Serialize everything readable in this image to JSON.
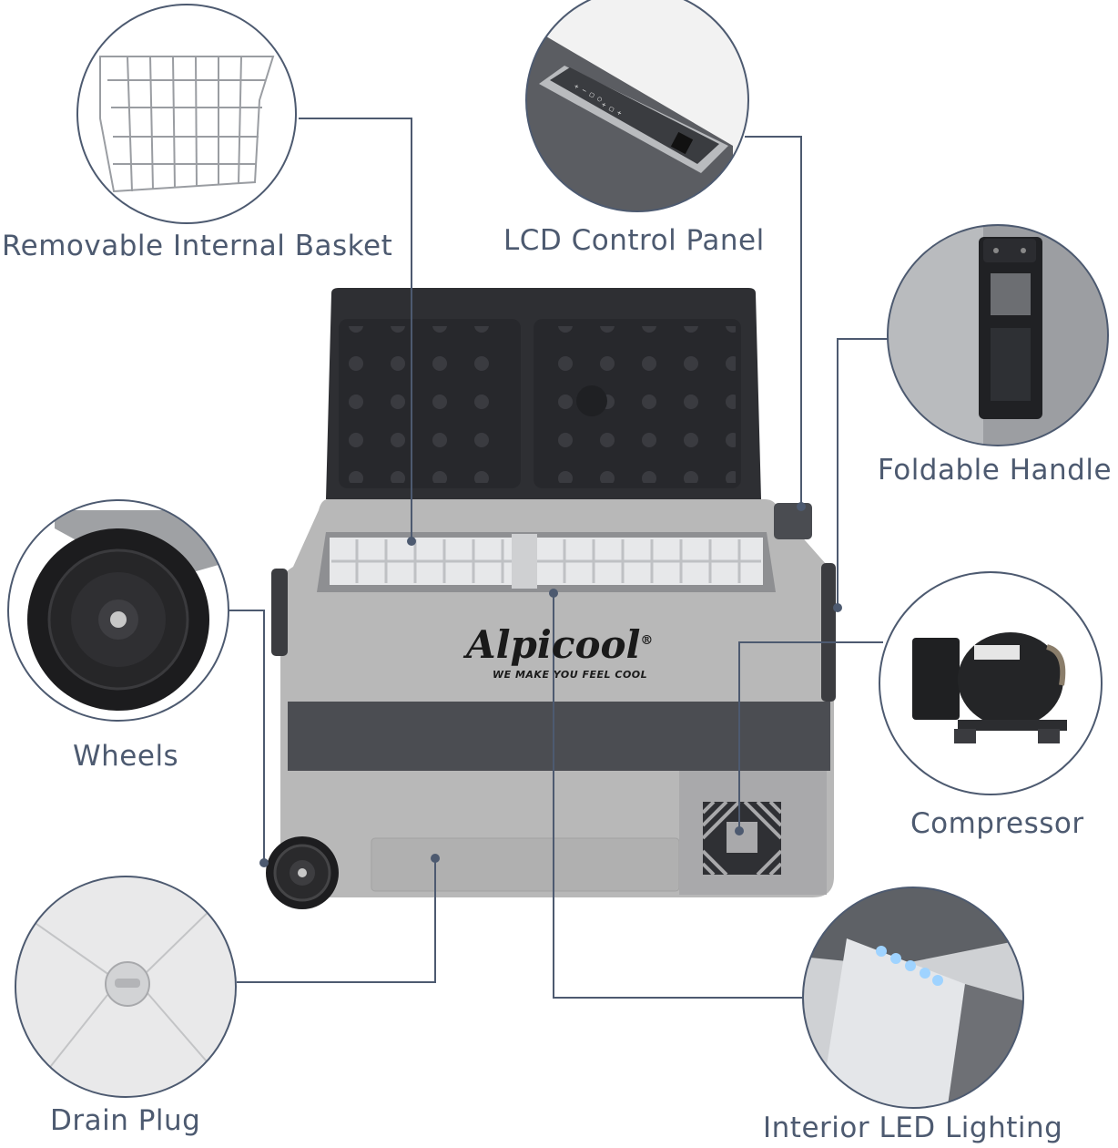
{
  "brand": {
    "name": "Alpicool",
    "registered_mark": "®",
    "tagline": "WE MAKE YOU FEEL COOL"
  },
  "features": {
    "basket": "Removable Internal Basket",
    "lcd": "LCD Control Panel",
    "handle": "Foldable Handle",
    "wheels": "Wheels",
    "compressor": "Compressor",
    "drain": "Drain Plug",
    "led": "Interior LED Lighting"
  },
  "colors": {
    "callout_line": "#4d5a70",
    "label_text": "#4d5a70",
    "body_gray": "#b5b5b5",
    "band_dark": "#4b4d52",
    "lid_dark": "#2e2f33"
  }
}
